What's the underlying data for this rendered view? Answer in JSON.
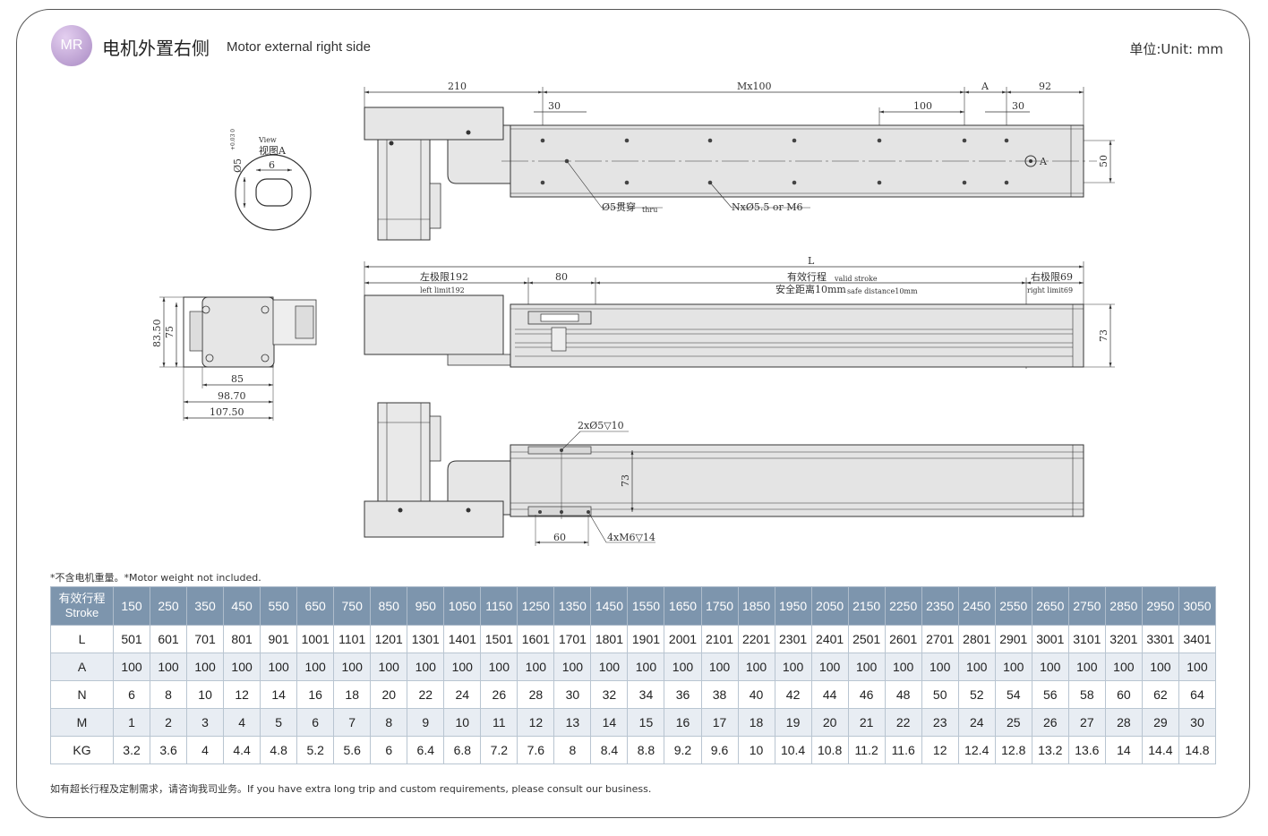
{
  "header": {
    "badge": "MR",
    "title_zh": "电机外置右侧",
    "title_en": "Motor external right side",
    "unit": "单位:Unit: mm"
  },
  "drawing": {
    "view_label_en": "View",
    "view_label_zh": "视图A",
    "view_dia": "Ø5",
    "view_tol": "+0.03 0",
    "view_width": "6",
    "top": {
      "d210": "210",
      "dMx100": "Mx100",
      "dA": "A",
      "d92": "92",
      "d30l": "30",
      "d100": "100",
      "d30r": "30",
      "d50": "50",
      "markA": "A",
      "thru_zh": "Ø5贯穿",
      "thru_en": "thru",
      "holes": "NxØ5.5 or M6"
    },
    "side": {
      "dL": "L",
      "left_limit_zh": "左极限192",
      "left_limit_en": "left limit192",
      "d80": "80",
      "stroke_zh": "有效行程",
      "stroke_en": "valid stroke",
      "safe_zh": "安全距离10mm",
      "safe_en": "safe distance10mm",
      "right_limit_zh": "右极限69",
      "right_limit_en": "right limit69",
      "d73": "73"
    },
    "end": {
      "d8350": "83.50",
      "d75": "75",
      "d85": "85",
      "d9870": "98.70",
      "d10750": "107.50"
    },
    "bottom": {
      "holes2": "2xØ5▽10",
      "d73": "73",
      "d60": "60",
      "holes4": "4xM6▽14"
    }
  },
  "note": "*不含电机重量。*Motor weight not included.",
  "table": {
    "header_zh": "有效行程",
    "header_en": "Stroke",
    "strokes": [
      "150",
      "250",
      "350",
      "450",
      "550",
      "650",
      "750",
      "850",
      "950",
      "1050",
      "1150",
      "1250",
      "1350",
      "1450",
      "1550",
      "1650",
      "1750",
      "1850",
      "1950",
      "2050",
      "2150",
      "2250",
      "2350",
      "2450",
      "2550",
      "2650",
      "2750",
      "2850",
      "2950",
      "3050"
    ],
    "rows": [
      {
        "label": "L",
        "values": [
          "501",
          "601",
          "701",
          "801",
          "901",
          "1001",
          "1101",
          "1201",
          "1301",
          "1401",
          "1501",
          "1601",
          "1701",
          "1801",
          "1901",
          "2001",
          "2101",
          "2201",
          "2301",
          "2401",
          "2501",
          "2601",
          "2701",
          "2801",
          "2901",
          "3001",
          "3101",
          "3201",
          "3301",
          "3401"
        ]
      },
      {
        "label": "A",
        "values": [
          "100",
          "100",
          "100",
          "100",
          "100",
          "100",
          "100",
          "100",
          "100",
          "100",
          "100",
          "100",
          "100",
          "100",
          "100",
          "100",
          "100",
          "100",
          "100",
          "100",
          "100",
          "100",
          "100",
          "100",
          "100",
          "100",
          "100",
          "100",
          "100",
          "100"
        ]
      },
      {
        "label": "N",
        "values": [
          "6",
          "8",
          "10",
          "12",
          "14",
          "16",
          "18",
          "20",
          "22",
          "24",
          "26",
          "28",
          "30",
          "32",
          "34",
          "36",
          "38",
          "40",
          "42",
          "44",
          "46",
          "48",
          "50",
          "52",
          "54",
          "56",
          "58",
          "60",
          "62",
          "64"
        ]
      },
      {
        "label": "M",
        "values": [
          "1",
          "2",
          "3",
          "4",
          "5",
          "6",
          "7",
          "8",
          "9",
          "10",
          "11",
          "12",
          "13",
          "14",
          "15",
          "16",
          "17",
          "18",
          "19",
          "20",
          "21",
          "22",
          "23",
          "24",
          "25",
          "26",
          "27",
          "28",
          "29",
          "30"
        ]
      },
      {
        "label": "KG",
        "values": [
          "3.2",
          "3.6",
          "4",
          "4.4",
          "4.8",
          "5.2",
          "5.6",
          "6",
          "6.4",
          "6.8",
          "7.2",
          "7.6",
          "8",
          "8.4",
          "8.8",
          "9.2",
          "9.6",
          "10",
          "10.4",
          "10.8",
          "11.2",
          "11.6",
          "12",
          "12.4",
          "12.8",
          "13.2",
          "13.6",
          "14",
          "14.4",
          "14.8"
        ]
      }
    ]
  },
  "footer": "如有超长行程及定制需求，请咨询我司业务。If you have extra long trip and custom requirements, please consult our business."
}
